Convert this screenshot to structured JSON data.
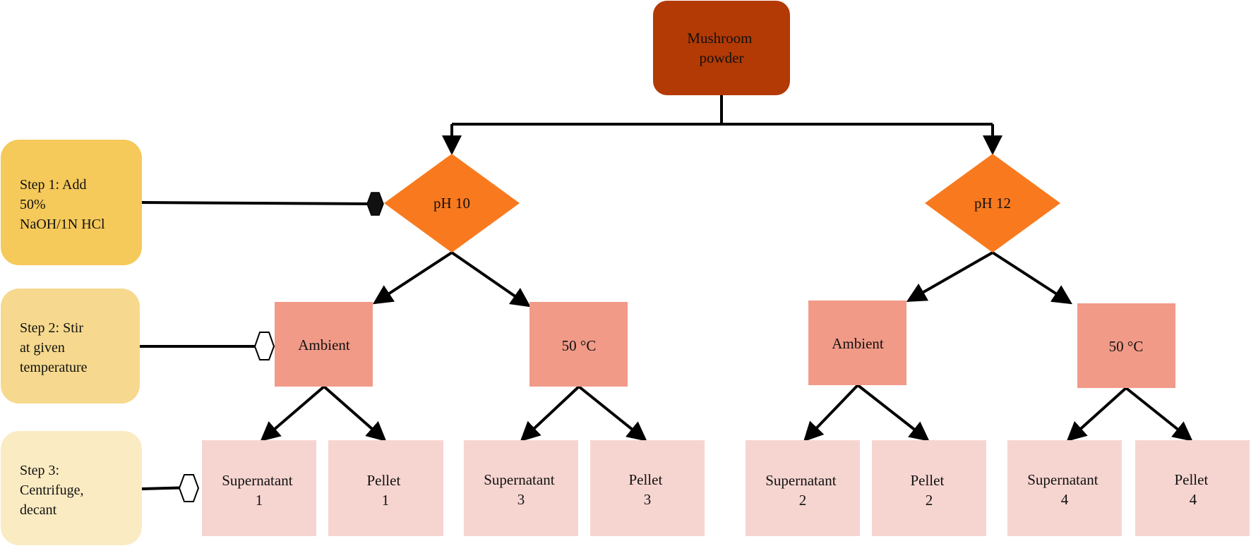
{
  "colors": {
    "root": "#B33A04",
    "decision": "#F97A1E",
    "temperature": "#F19A87",
    "product": "#F6D5D0",
    "step1": "#F5C95A",
    "step2": "#F6D98E",
    "step3": "#FAEBC2",
    "line": "#000000"
  },
  "root": {
    "lines": [
      "Mushroom",
      "powder"
    ]
  },
  "steps": [
    {
      "lines": [
        "Step 1: Add",
        "50%",
        "NaOH/1N HCl"
      ],
      "connector": "filled-hexagon"
    },
    {
      "lines": [
        "Step 2: Stir",
        "at given",
        "temperature"
      ],
      "connector": "open-hexagon"
    },
    {
      "lines": [
        "Step 3:",
        "Centrifuge,",
        "decant"
      ],
      "connector": "open-hexagon"
    }
  ],
  "ph_nodes": [
    {
      "label": "pH 10"
    },
    {
      "label": "pH 12"
    }
  ],
  "temperature_nodes": [
    {
      "label": "Ambient"
    },
    {
      "label": "50 °C"
    },
    {
      "label": "Ambient"
    },
    {
      "label": "50 °C"
    }
  ],
  "product_nodes": [
    {
      "lines": [
        "Supernatant",
        "1"
      ]
    },
    {
      "lines": [
        "Pellet",
        "1"
      ]
    },
    {
      "lines": [
        "Supernatant",
        "3"
      ]
    },
    {
      "lines": [
        "Pellet",
        "3"
      ]
    },
    {
      "lines": [
        "Supernatant",
        "2"
      ]
    },
    {
      "lines": [
        "Pellet",
        "2"
      ]
    },
    {
      "lines": [
        "Supernatant",
        "4"
      ]
    },
    {
      "lines": [
        "Pellet",
        "4"
      ]
    }
  ]
}
